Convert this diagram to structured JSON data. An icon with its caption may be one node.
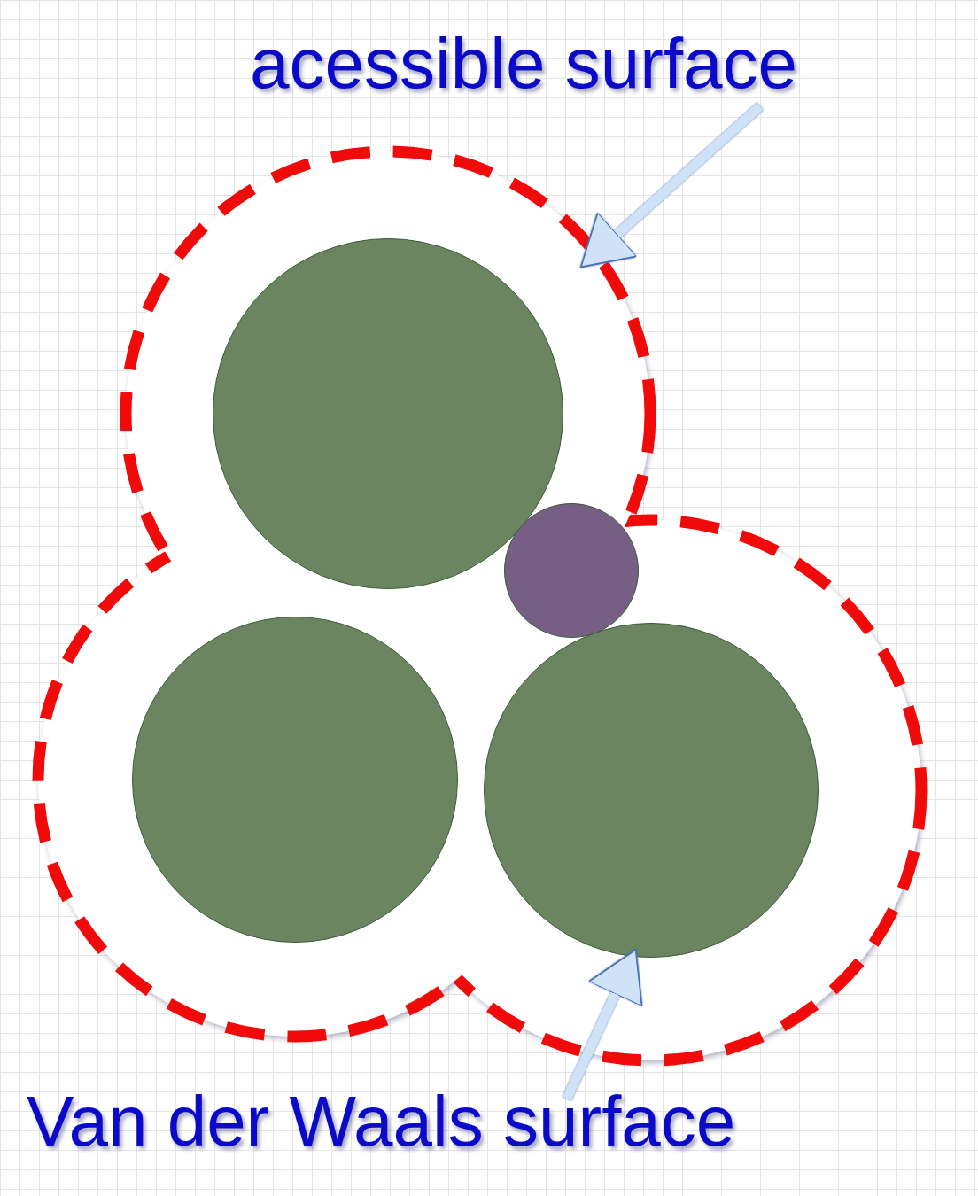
{
  "diagram": {
    "nodes": [
      {
        "text": [
          "acessible surface"
        ]
      },
      {
        "text": [],
        "shape": "outline"
      },
      {
        "text": [],
        "shape": "circle",
        "in": 1
      },
      {
        "text": [],
        "shape": "circle",
        "in": 1
      },
      {
        "text": [],
        "shape": "circle",
        "in": 1
      },
      {
        "text": [],
        "shape": "circle",
        "in": 1
      },
      {
        "text": [
          "Van der Waals surface"
        ]
      }
    ],
    "edges": [
      {
        "from": 0,
        "to": 1,
        "arrow": "to"
      },
      {
        "from": 6,
        "to": 4,
        "arrow": "to"
      }
    ]
  }
}
